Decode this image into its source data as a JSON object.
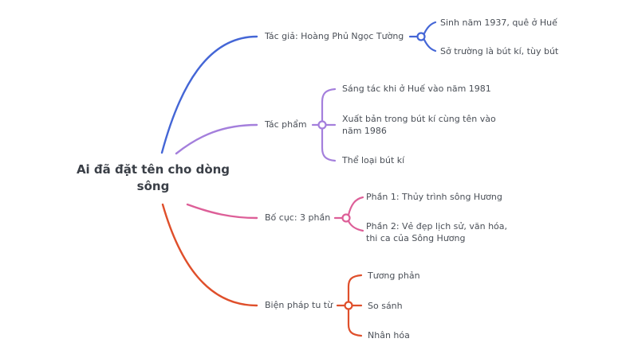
{
  "root": {
    "label_line1": "Ai đã đặt tên cho dòng",
    "label_line2": "sông"
  },
  "colors": {
    "blue": "#4466d6",
    "purple": "#a47fdc",
    "pink": "#dd5f98",
    "red": "#df4f2b",
    "text": "#4a4f57",
    "root_text": "#3a3f47"
  },
  "branches": [
    {
      "label": "Tác giả: Hoàng Phủ Ngọc Tường",
      "color": "#4466d6",
      "children": [
        {
          "label": "Sinh năm 1937, quê ở Huế"
        },
        {
          "label": "Sở trường là bút kí, tùy bút"
        }
      ]
    },
    {
      "label": "Tác phẩm",
      "color": "#a47fdc",
      "children": [
        {
          "label": "Sáng tác khi ở Huế vào năm 1981"
        },
        {
          "label": "Xuất bản trong bút kí cùng tên vào năm 1986"
        },
        {
          "label": "Thể loại bút kí"
        }
      ]
    },
    {
      "label": "Bố cục: 3 phần",
      "color": "#dd5f98",
      "children": [
        {
          "label": "Phần 1: Thủy trình sông Hương"
        },
        {
          "label": "Phần 2: Vẻ đẹp lịch sử, văn hóa, thi ca của Sông Hương"
        }
      ]
    },
    {
      "label": "Biện pháp tu từ",
      "color": "#df4f2b",
      "children": [
        {
          "label": "Tương phản"
        },
        {
          "label": "So sánh"
        },
        {
          "label": "Nhân hóa"
        }
      ]
    }
  ]
}
